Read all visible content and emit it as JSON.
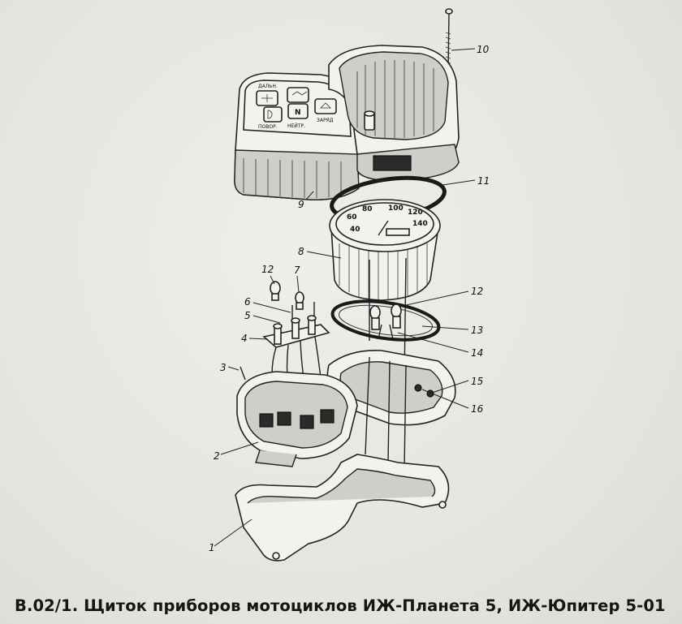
{
  "caption": "В.02/1. Щиток приборов мотоциклов ИЖ-Планета 5, ИЖ-Юпитер 5-01",
  "callouts": [
    "1",
    "2",
    "3",
    "4",
    "5",
    "6",
    "7",
    "8",
    "9",
    "10",
    "11",
    "12",
    "12",
    "13",
    "14",
    "15",
    "16"
  ],
  "dial_numbers": [
    "40",
    "60",
    "80",
    "100",
    "120",
    "140"
  ],
  "lamp_labels": [
    "ДАЛЬН.",
    "ПОВОР.",
    "НЕЙТР.",
    "ЗАРЯД"
  ]
}
